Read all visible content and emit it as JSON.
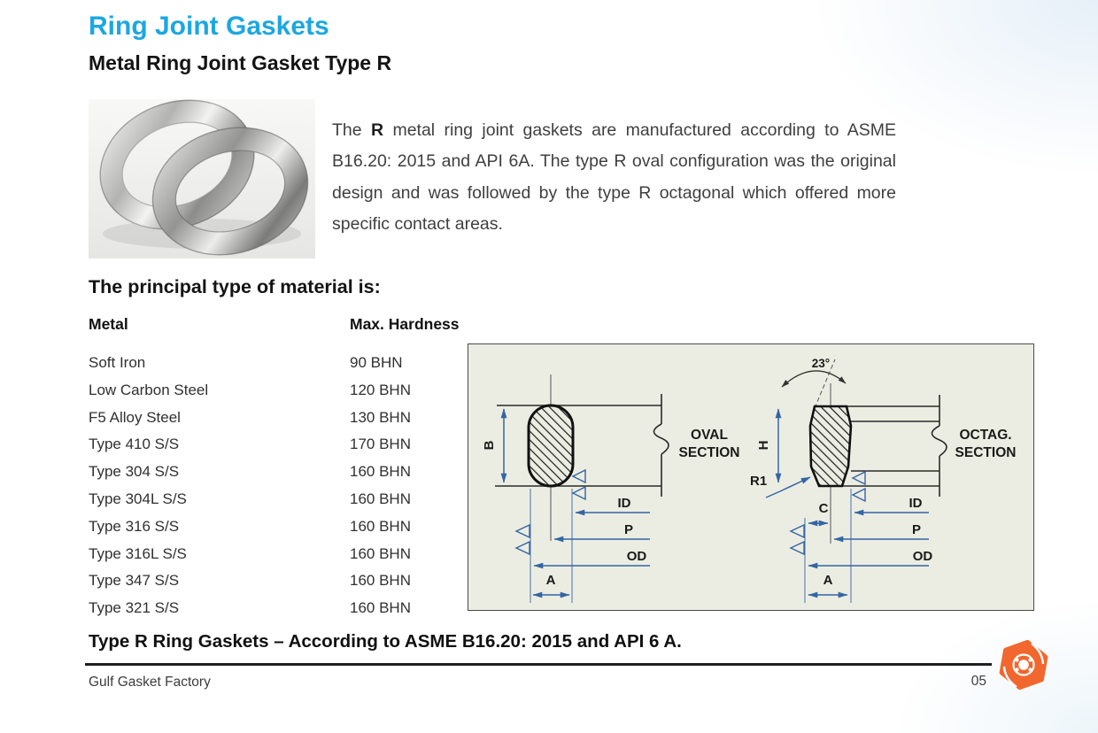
{
  "colors": {
    "title_accent": "#1CA7E0",
    "diagram_dimension_blue": "#3465A4",
    "diagram_panel_bg": "#ECEDE2",
    "logo_orange": "#F1672D"
  },
  "header": {
    "title": "Ring Joint Gaskets",
    "subtitle": "Metal Ring Joint Gasket Type R"
  },
  "intro": {
    "part1": "The ",
    "bold": "R",
    "part2": " metal ring joint gaskets are manufactured according to ASME B16.20: 2015 and API 6A. The type R oval configuration was the original design and was followed by the type R octagonal which offered more specific contact areas."
  },
  "materials": {
    "heading": "The principal type of material is:",
    "columns": {
      "metal": "Metal",
      "hardness": "Max. Hardness"
    },
    "rows": [
      {
        "metal": "Soft Iron",
        "hardness": "90 BHN"
      },
      {
        "metal": "Low Carbon Steel",
        "hardness": "120 BHN"
      },
      {
        "metal": "F5 Alloy Steel",
        "hardness": "130 BHN"
      },
      {
        "metal": "Type 410 S/S",
        "hardness": "170 BHN"
      },
      {
        "metal": "Type 304 S/S",
        "hardness": "160 BHN"
      },
      {
        "metal": "Type 304L S/S",
        "hardness": "160 BHN"
      },
      {
        "metal": "Type 316 S/S",
        "hardness": "160 BHN"
      },
      {
        "metal": "Type 316L S/S",
        "hardness": "160 BHN"
      },
      {
        "metal": "Type 347 S/S",
        "hardness": "160 BHN"
      },
      {
        "metal": "Type 321 S/S",
        "hardness": "160 BHN"
      }
    ]
  },
  "diagram": {
    "oval": {
      "height_label": "B",
      "section_line1": "OVAL",
      "section_line2": "SECTION",
      "id_label": "ID",
      "p_label": "P",
      "od_label": "OD",
      "a_label": "A"
    },
    "octagonal": {
      "angle_label": "23°",
      "height_label": "H",
      "radius_label": "R1",
      "c_label": "C",
      "section_line1": "OCTAG.",
      "section_line2": "SECTION",
      "id_label": "ID",
      "p_label": "P",
      "od_label": "OD",
      "a_label": "A"
    }
  },
  "table_title": "Type R Ring Gaskets – According to ASME B16.20: 2015 and API 6 A.",
  "footer": {
    "company": "Gulf Gasket Factory",
    "page_number": "05"
  }
}
